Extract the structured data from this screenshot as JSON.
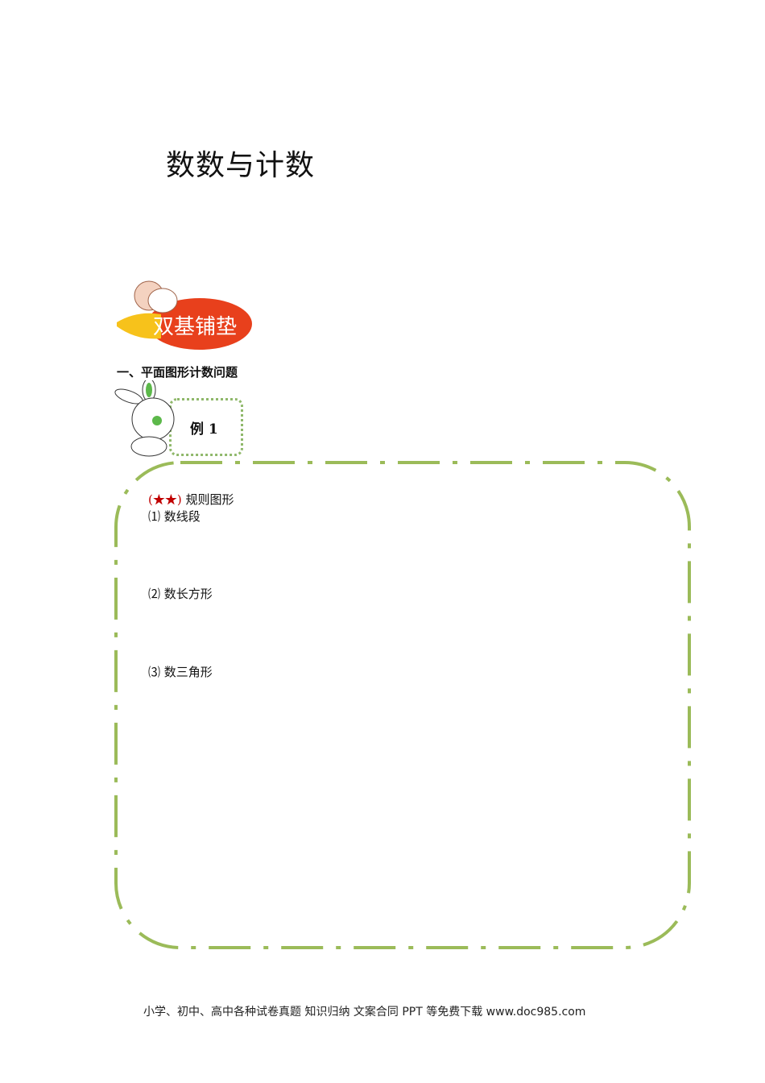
{
  "title": "数数与计数",
  "banner": {
    "text": "双基铺垫"
  },
  "section": "一、平面图形计数问题",
  "example": {
    "label": "例 1"
  },
  "problem": {
    "stars": "(★★)",
    "heading": "规则图形",
    "items": [
      "⑴ 数线段",
      "⑵ 数长方形",
      "⑶ 数三角形"
    ]
  },
  "footer": "小学、初中、高中各种试卷真题 知识归纳 文案合同 PPT 等免费下载   www.doc985.com",
  "colors": {
    "frame": "#9bbb59",
    "banner": "#e8401c",
    "stars": "#c00000"
  }
}
